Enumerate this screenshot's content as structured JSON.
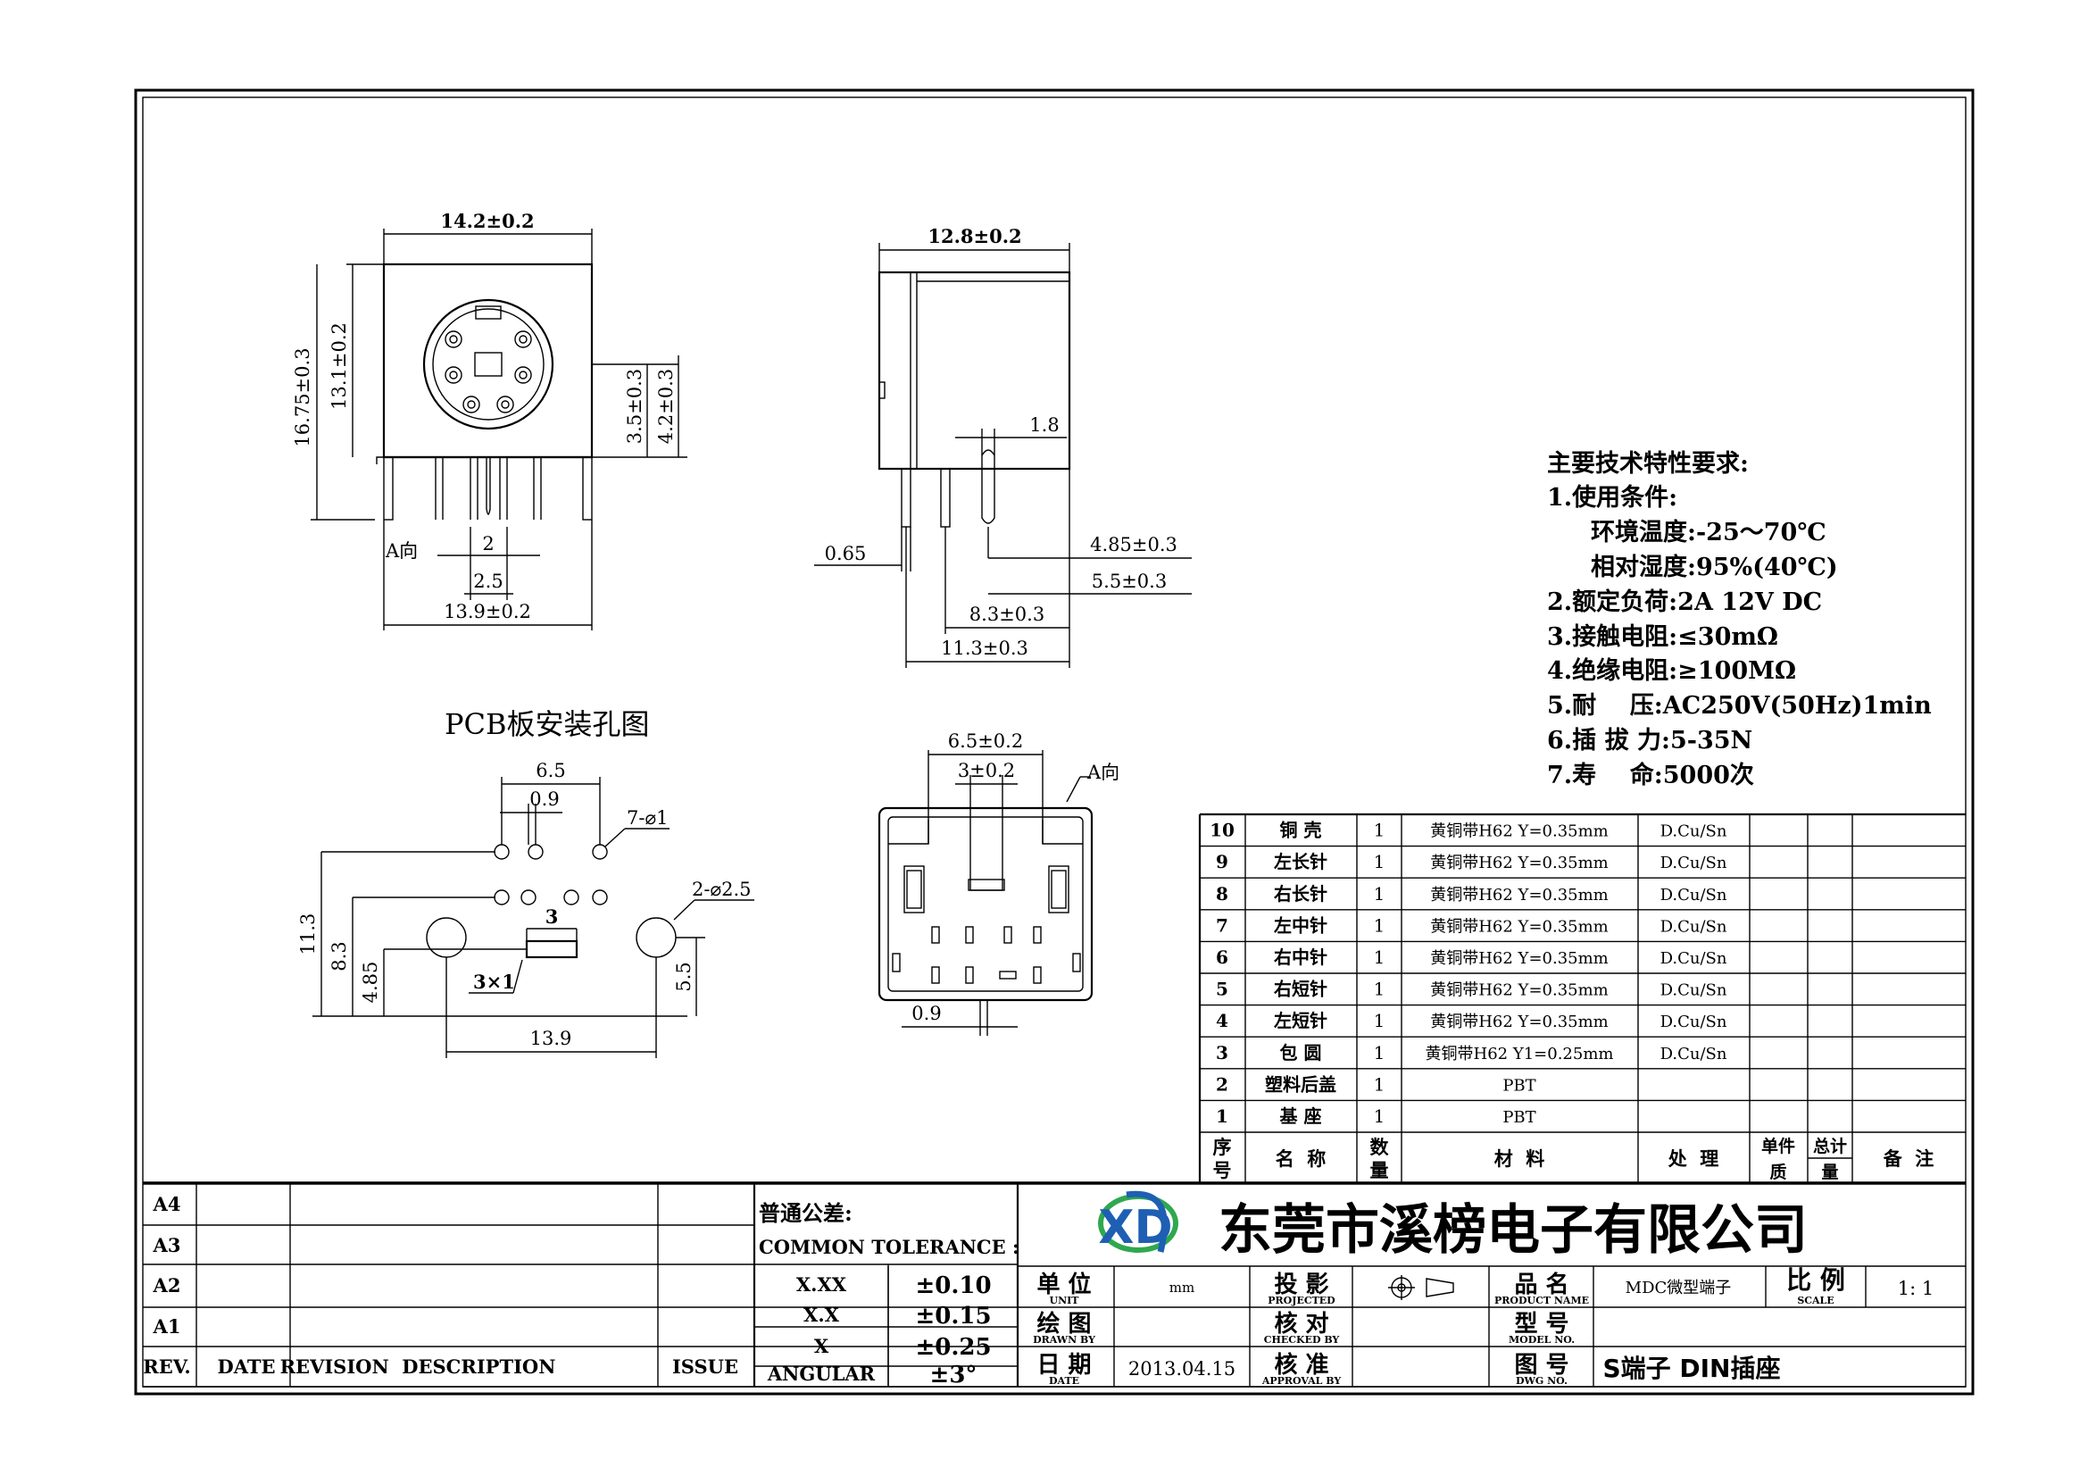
{
  "views": {
    "front": {
      "width": "14.2±0.2",
      "height_total": "16.75±0.3",
      "height_body": "13.1±0.2",
      "pin_h1": "3.5±0.3",
      "pin_h2": "4.2±0.3",
      "pin_gap": "2",
      "pin_span": "2.5",
      "bottom_width": "13.9±0.2",
      "dir_label": "A向"
    },
    "side": {
      "width": "12.8±0.2",
      "d18": "1.8",
      "d065": "0.65",
      "d485": "4.85±0.3",
      "d55": "5.5±0.3",
      "d83": "8.3±0.3",
      "d113": "11.3±0.3"
    },
    "pcb": {
      "title": "PCB板安装孔图",
      "d65": "6.5",
      "d09": "0.9",
      "holes7": "7-⌀1",
      "holes2": "2-⌀2.5",
      "d3": "3",
      "d113": "11.3",
      "d83": "8.3",
      "d485": "4.85",
      "d55": "5.5",
      "slot": "3×1",
      "d139": "13.9"
    },
    "bottom": {
      "d65": "6.5±0.2",
      "d3": "3±0.2",
      "dir_label": "A向",
      "d09": "0.9"
    }
  },
  "specs": {
    "title": "主要技术特性要求:",
    "lines": [
      "1.使用条件:",
      "环境温度:-25～70℃",
      "相对湿度:95%(40℃)",
      "2.额定负荷:2A 12V DC",
      "3.接触电阻:≤30mΩ",
      "4.绝缘电阻:≥100MΩ",
      "5.耐    压:AC250V(50Hz)1min",
      "6.插 拔 力:5-35N",
      "7.寿    命:5000次"
    ]
  },
  "bom": {
    "rows": [
      {
        "no": "10",
        "name": "铜 壳",
        "qty": "1",
        "material": "黄铜带H62 Y=0.35mm",
        "finish": "D.Cu/Sn"
      },
      {
        "no": "9",
        "name": "左长针",
        "qty": "1",
        "material": "黄铜带H62 Y=0.35mm",
        "finish": "D.Cu/Sn"
      },
      {
        "no": "8",
        "name": "右长针",
        "qty": "1",
        "material": "黄铜带H62 Y=0.35mm",
        "finish": "D.Cu/Sn"
      },
      {
        "no": "7",
        "name": "左中针",
        "qty": "1",
        "material": "黄铜带H62 Y=0.35mm",
        "finish": "D.Cu/Sn"
      },
      {
        "no": "6",
        "name": "右中针",
        "qty": "1",
        "material": "黄铜带H62 Y=0.35mm",
        "finish": "D.Cu/Sn"
      },
      {
        "no": "5",
        "name": "右短针",
        "qty": "1",
        "material": "黄铜带H62 Y=0.35mm",
        "finish": "D.Cu/Sn"
      },
      {
        "no": "4",
        "name": "左短针",
        "qty": "1",
        "material": "黄铜带H62 Y=0.35mm",
        "finish": "D.Cu/Sn"
      },
      {
        "no": "3",
        "name": "包 圆",
        "qty": "1",
        "material": "黄铜带H62 Y1=0.25mm",
        "finish": "D.Cu/Sn"
      },
      {
        "no": "2",
        "name": "塑料后盖",
        "qty": "1",
        "material": "PBT",
        "finish": ""
      },
      {
        "no": "1",
        "name": "基 座",
        "qty": "1",
        "material": "PBT",
        "finish": ""
      }
    ],
    "header": {
      "no_a": "序",
      "no_b": "号",
      "name": "名  称",
      "qty_a": "数",
      "qty_b": "量",
      "material": "材  料",
      "finish": "处  理",
      "unit_a": "单件",
      "unit_b": "质",
      "total_a": "总计",
      "total_b": "量",
      "remark": "备  注"
    }
  },
  "title_block": {
    "revisions": [
      "A4",
      "A3",
      "A2",
      "A1"
    ],
    "rev_header": {
      "rev": "REV.",
      "date": "DATE",
      "desc": "REVISION  DESCRIPTION",
      "issue": "ISSUE"
    },
    "tolerance": {
      "title_cn": "普通公差:",
      "title_en": "COMMON TOLERANCE :",
      "rows": [
        {
          "k": "X.XX",
          "v": "±0.10"
        },
        {
          "k": "X.X",
          "v": "±0.15"
        },
        {
          "k": "X",
          "v": "±0.25"
        },
        {
          "k": "ANGULAR",
          "v": "±3°"
        }
      ]
    },
    "company": "东莞市溪榜电子有限公司",
    "logo_letters": "XD",
    "fields": {
      "unit_cn": "单 位",
      "unit_en": "UNIT",
      "unit_val": "mm",
      "drawn_cn": "绘 图",
      "drawn_en": "DRAWN BY",
      "drawn_val": "",
      "date_cn": "日 期",
      "date_en": "DATE",
      "date_val": "2013.04.15",
      "proj_cn": "投 影",
      "proj_en": "PROJECTED",
      "check_cn": "核 对",
      "check_en": "CHECKED BY",
      "approve_cn": "核 准",
      "approve_en": "APPROVAL BY",
      "pname_cn": "品 名",
      "pname_en": "PRODUCT NAME",
      "pname_val": "MDC微型端子",
      "model_cn": "型 号",
      "model_en": "MODEL NO.",
      "dwg_cn": "图 号",
      "dwg_en": "DWG NO.",
      "dwg_val": "S端子 DIN插座",
      "scale_cn": "比 例",
      "scale_en": "SCALE",
      "scale_val": "1: 1"
    }
  },
  "colors": {
    "logo_blue": "#1e5fb4",
    "logo_green": "#2fa84f",
    "ink": "#000000"
  }
}
